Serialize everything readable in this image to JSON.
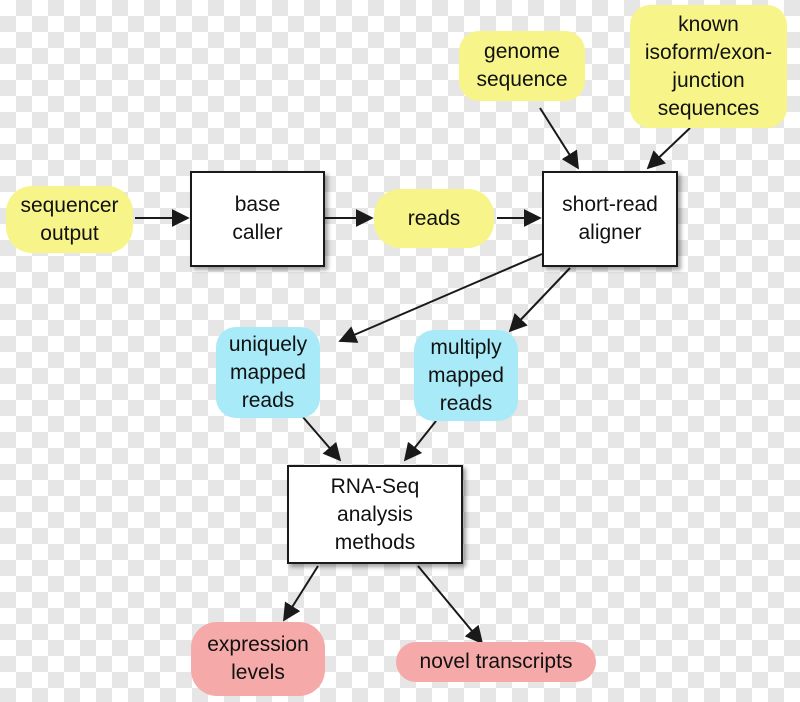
{
  "colors": {
    "data_node": "#f7f589",
    "mapped_node": "#a8eaf7",
    "result_node": "#f6a9a9",
    "process_node": "#ffffff",
    "edge": "#1a1a1a"
  },
  "nodes": {
    "sequencer_output": "sequencer\noutput",
    "base_caller": "base\ncaller",
    "reads": "reads",
    "genome_sequence": "genome\nsequence",
    "known_sequences": "known\nisoform/exon-\njunction\nsequences",
    "short_read_aligner": "short-read\naligner",
    "uniquely_mapped_reads": "uniquely\nmapped\nreads",
    "multiply_mapped_reads": "multiply\nmapped\nreads",
    "rnaseq_methods": "RNA-Seq\nanalysis\nmethods",
    "expression_levels": "expression\nlevels",
    "novel_transcripts": "novel transcripts"
  },
  "edges": [
    [
      "sequencer_output",
      "base_caller"
    ],
    [
      "base_caller",
      "reads"
    ],
    [
      "reads",
      "short_read_aligner"
    ],
    [
      "genome_sequence",
      "short_read_aligner"
    ],
    [
      "known_sequences",
      "short_read_aligner"
    ],
    [
      "short_read_aligner",
      "uniquely_mapped_reads"
    ],
    [
      "short_read_aligner",
      "multiply_mapped_reads"
    ],
    [
      "uniquely_mapped_reads",
      "rnaseq_methods"
    ],
    [
      "multiply_mapped_reads",
      "rnaseq_methods"
    ],
    [
      "rnaseq_methods",
      "expression_levels"
    ],
    [
      "rnaseq_methods",
      "novel_transcripts"
    ]
  ]
}
